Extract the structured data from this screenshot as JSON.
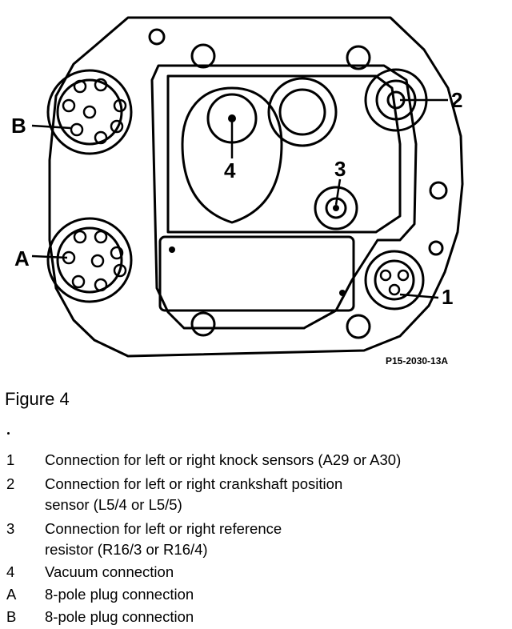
{
  "figure": {
    "labels": {
      "b": "B",
      "a": "A",
      "one": "1",
      "two": "2",
      "three": "3",
      "four": "4"
    },
    "code": "P15-2030-13A"
  },
  "caption": "Figure 4",
  "legend": [
    {
      "key": "1",
      "text": "Connection for left or right knock sensors (A29 or A30)"
    },
    {
      "key": "2",
      "text": "Connection for left or right crankshaft position\nsensor (L5/4 or L5/5)"
    },
    {
      "key": "3",
      "text": "Connection for left or right reference\nresistor (R16/3 or R16/4)"
    },
    {
      "key": "4",
      "text": "Vacuum connection"
    },
    {
      "key": "A",
      "text": "8-pole plug connection"
    },
    {
      "key": "B",
      "text": "8-pole plug connection"
    }
  ]
}
